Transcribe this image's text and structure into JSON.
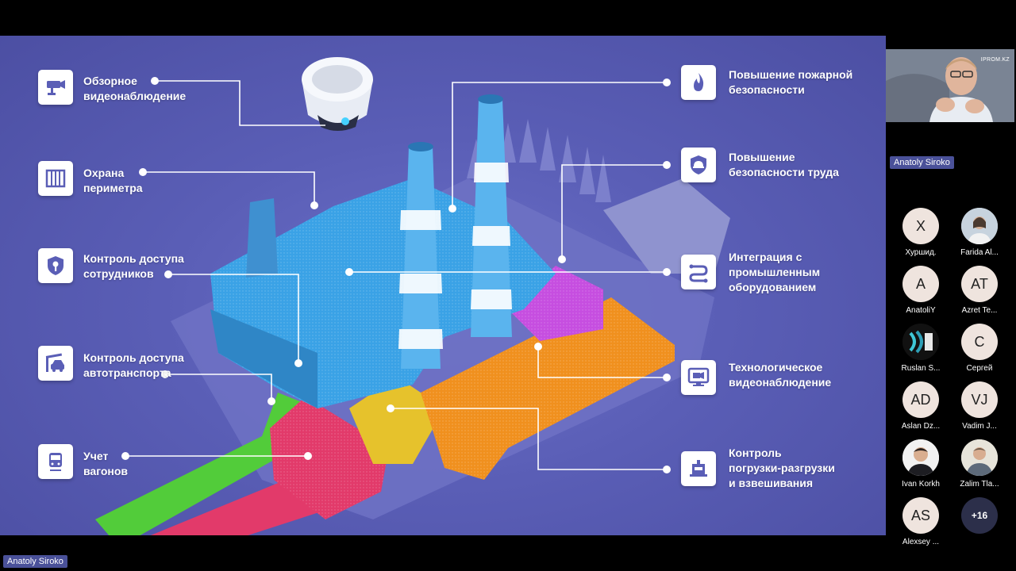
{
  "slide": {
    "left_items": [
      {
        "label": "Обзорное\nвидеонаблюдение",
        "icon": "cctv-camera-icon"
      },
      {
        "label": "Охрана\nпериметра",
        "icon": "fence-gate-icon"
      },
      {
        "label": "Контроль доступа\nсотрудников",
        "icon": "shield-key-icon"
      },
      {
        "label": "Контроль доступа\nавтотранспорта",
        "icon": "barrier-car-icon"
      },
      {
        "label": "Учет\nвагонов",
        "icon": "train-wagon-icon"
      }
    ],
    "right_items": [
      {
        "label": "Повышение пожарной\nбезопасности",
        "icon": "flame-icon"
      },
      {
        "label": "Повышение\nбезопасности труда",
        "icon": "hard-hat-shield-icon"
      },
      {
        "label": "Интеграция с\nпромышленным\nоборудованием",
        "icon": "pipeline-integration-icon"
      },
      {
        "label": "Технологическое\nвидеонаблюдение",
        "icon": "monitor-camera-icon"
      },
      {
        "label": "Контроль\nпогрузки-разгрузки\nи взвешивания",
        "icon": "scale-cargo-icon"
      }
    ],
    "zone_colors": {
      "plant": "#3aa2e6",
      "integration": "#c64ee0",
      "production": "#f0901e",
      "loading": "#e6c22c",
      "weighing": "#e23a6a",
      "railway": "#52cc3a",
      "background": "#5a5eb6"
    }
  },
  "video_panel": {
    "speaker": {
      "name": "Anatoly Siroko",
      "overlay_brand": "IPROM.KZ"
    },
    "participants": [
      {
        "initials": "X",
        "name": "Хуршид."
      },
      {
        "initials": "",
        "name": "Farida Al..."
      },
      {
        "initials": "A",
        "name": "AnatoliY"
      },
      {
        "initials": "AT",
        "name": "Azret Te..."
      },
      {
        "initials": "",
        "name": "Ruslan S..."
      },
      {
        "initials": "С",
        "name": "Сергей"
      },
      {
        "initials": "AD",
        "name": "Aslan Dz..."
      },
      {
        "initials": "VJ",
        "name": "Vadim J..."
      },
      {
        "initials": "",
        "name": "Ivan Korkh"
      },
      {
        "initials": "",
        "name": "Zalim Tla..."
      },
      {
        "initials": "AS",
        "name": "Alexsey ..."
      }
    ],
    "more_count": "+16"
  },
  "active_speaker_label": "Anatoly Siroko"
}
